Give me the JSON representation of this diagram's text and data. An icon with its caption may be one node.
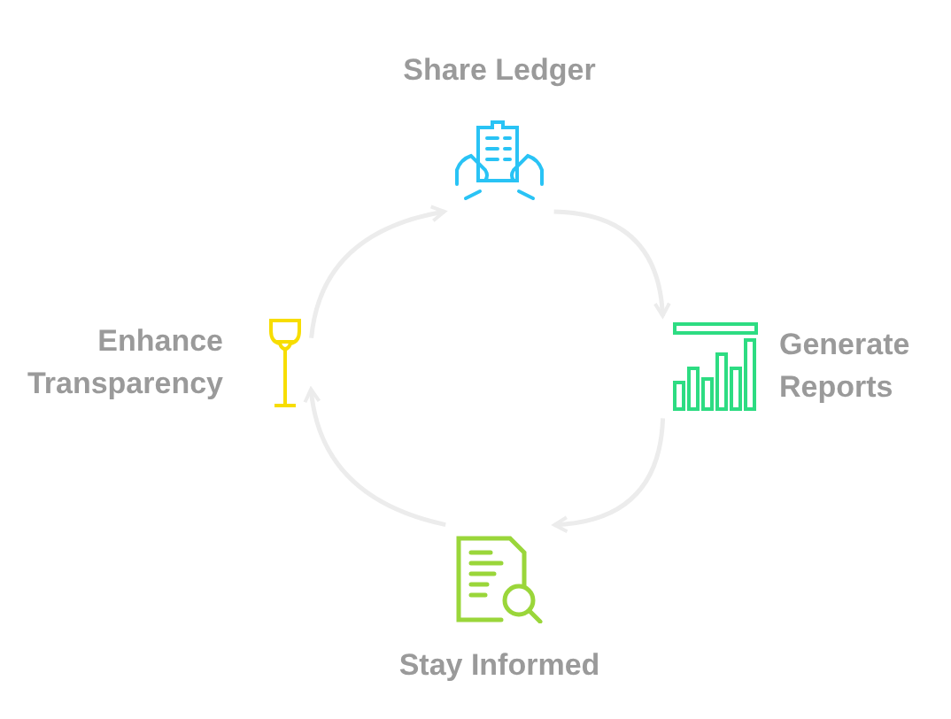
{
  "diagram": {
    "nodes": [
      {
        "text": [
          "Share Ledger"
        ]
      },
      {
        "text": [
          "Generate Reports"
        ]
      },
      {
        "text": [
          "Stay Informed"
        ]
      },
      {
        "text": [
          "Enhance Transparency"
        ]
      }
    ],
    "edges": [
      {
        "from": 0,
        "to": 1,
        "arrow": "to"
      },
      {
        "from": 1,
        "to": 2,
        "arrow": "to"
      },
      {
        "from": 2,
        "to": 3,
        "arrow": "to"
      },
      {
        "from": 3,
        "to": 0,
        "arrow": "to"
      }
    ]
  }
}
